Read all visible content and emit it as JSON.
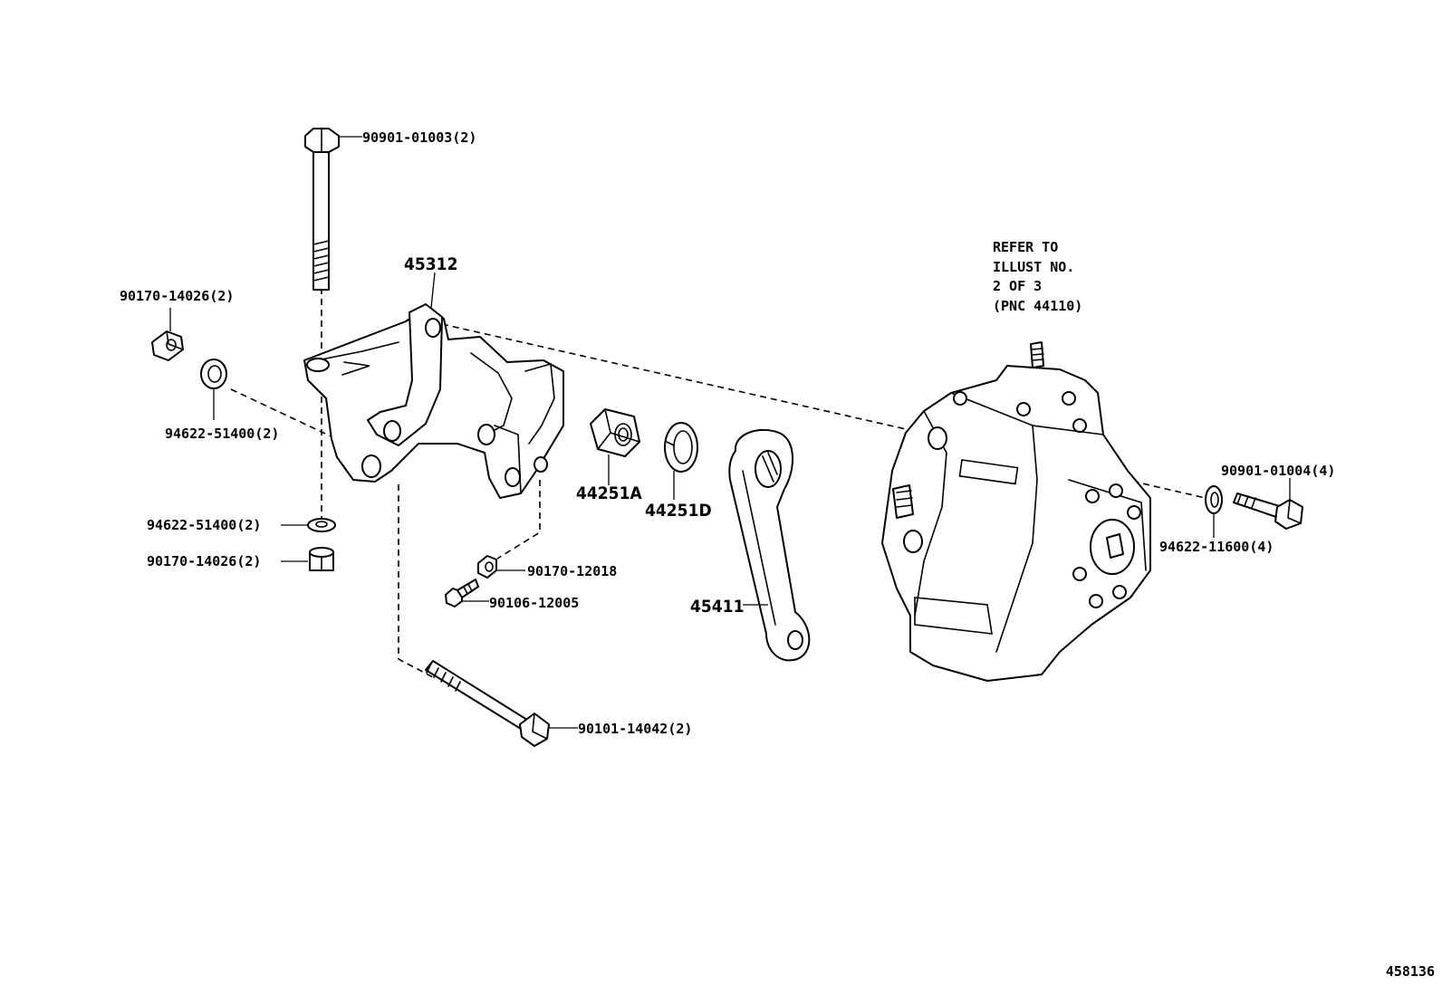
{
  "parts": {
    "bolt_top": "90901-01003(2)",
    "bracket": "45312",
    "nut_upper_left": "90170-14026(2)",
    "washer_upper_left": "94622-51400(2)",
    "washer_lower_left": "94622-51400(2)",
    "nut_lower_left": "90170-14026(2)",
    "nut_small": "90170-12018",
    "bolt_small": "90106-12005",
    "bolt_bottom": "90101-14042(2)",
    "nut_44251a": "44251A",
    "washer_44251d": "44251D",
    "pitman_arm": "45411",
    "bolt_right": "90901-01004(4)",
    "washer_right": "94622-11600(4)"
  },
  "refer_note": {
    "line1": "REFER TO",
    "line2": "ILLUST NO.",
    "line3": "2 OF 3",
    "line4": "(PNC 44110)"
  },
  "figure_id": "458136"
}
